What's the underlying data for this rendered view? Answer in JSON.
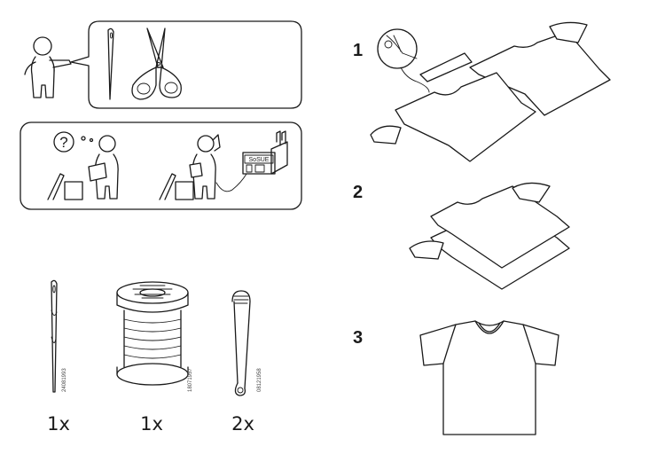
{
  "tools_panel": {
    "tools": [
      "needle-icon",
      "scissors-icon"
    ]
  },
  "help_panel": {
    "question_mark": "?",
    "shop_sign": "SoSUE"
  },
  "parts": [
    {
      "quantity": "1x",
      "code": "24081993",
      "icon": "needle-icon"
    },
    {
      "quantity": "1x",
      "code": "18071957",
      "icon": "thread-spool-icon"
    },
    {
      "quantity": "2x",
      "code": "08121958",
      "icon": "safety-pin-icon"
    }
  ],
  "steps": [
    {
      "number": "1",
      "icon": "cut-fabric-pieces-icon"
    },
    {
      "number": "2",
      "icon": "stacked-fabric-pieces-icon"
    },
    {
      "number": "3",
      "icon": "finished-tshirt-icon"
    }
  ]
}
